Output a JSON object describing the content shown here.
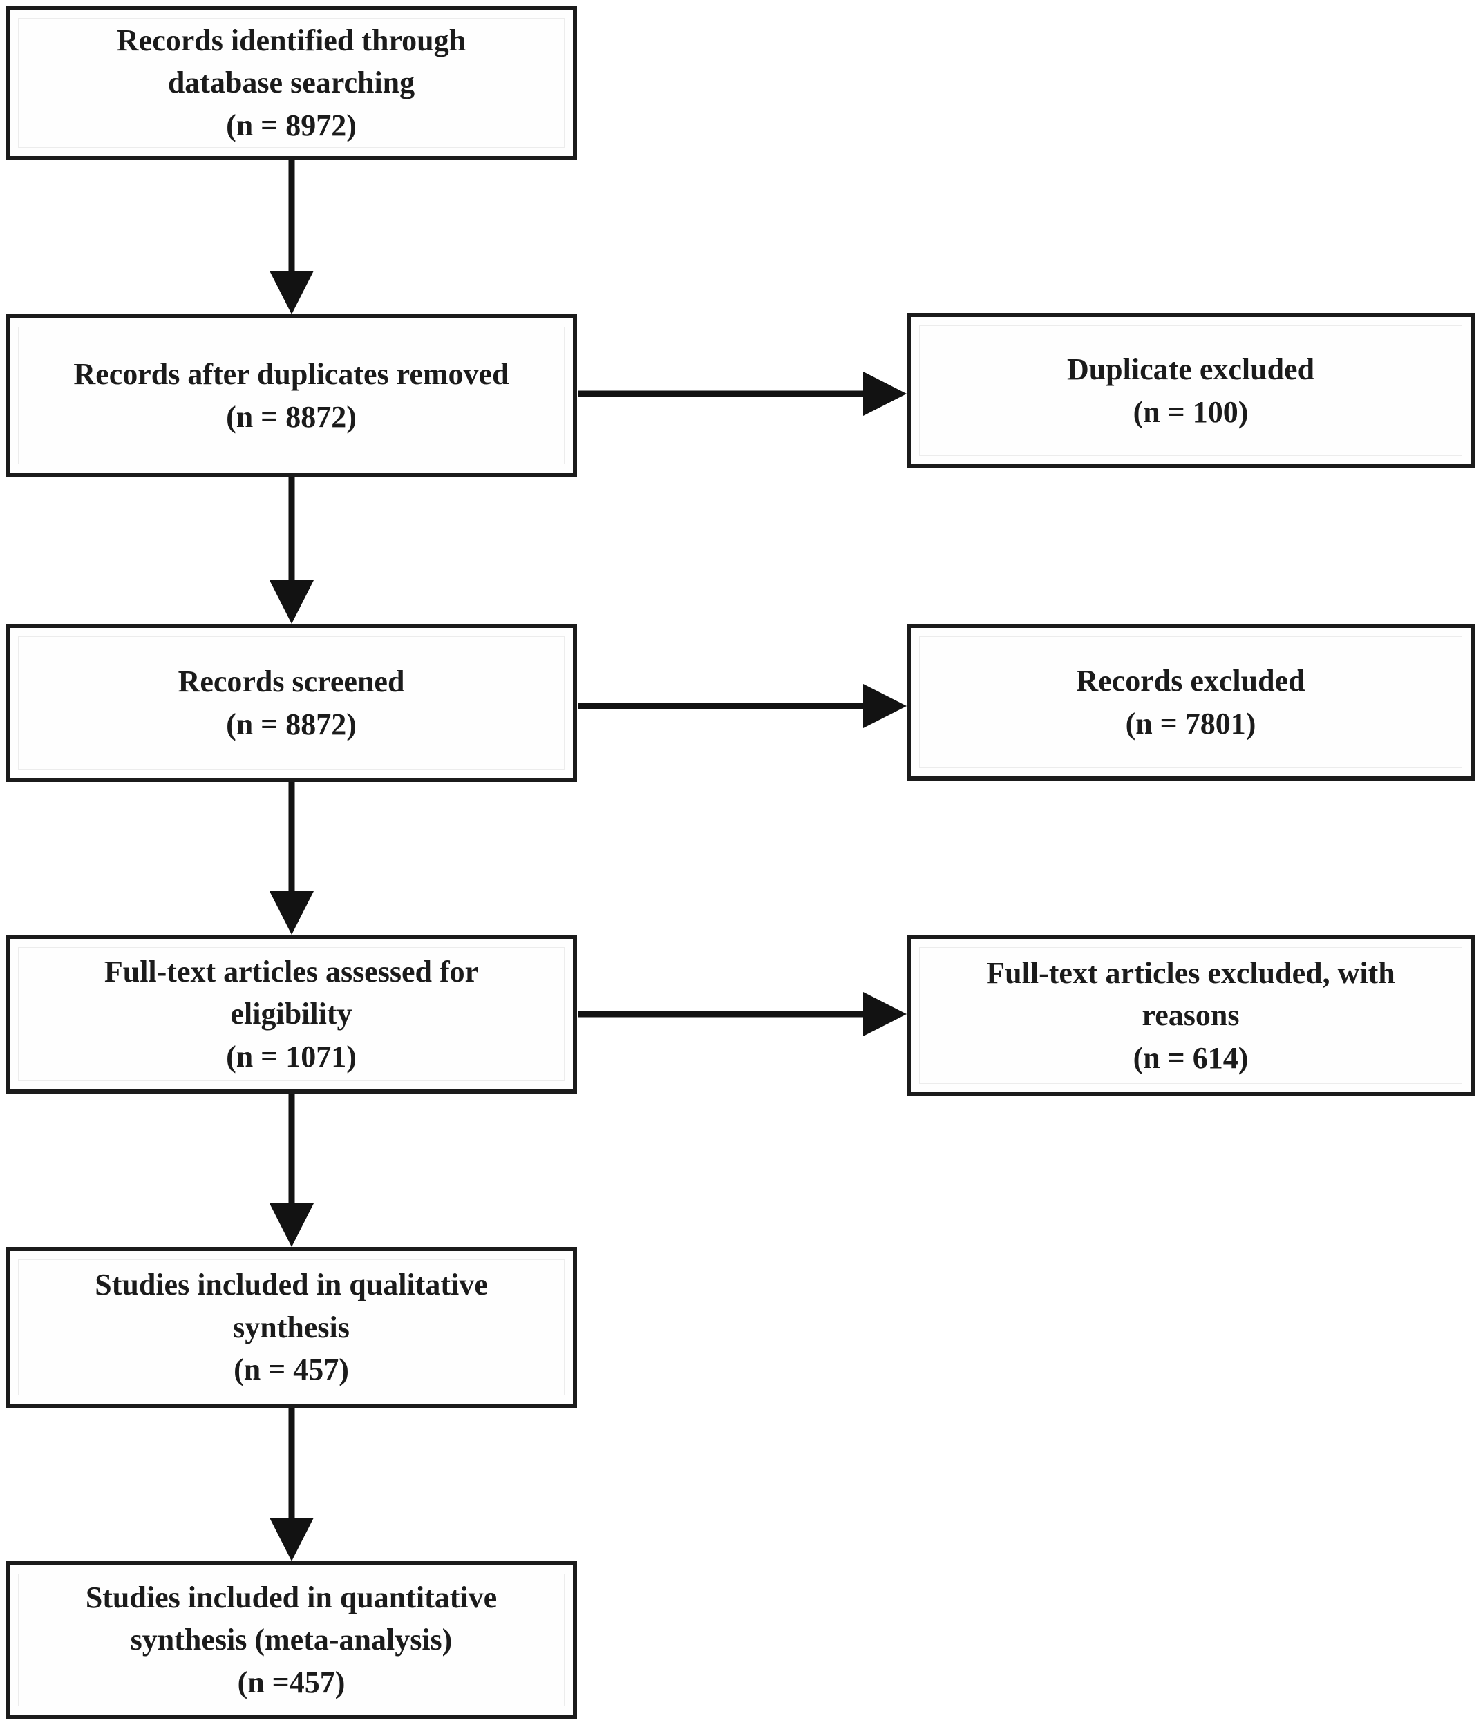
{
  "colors": {
    "border": "#1b1b1b",
    "text": "#1b1b1b",
    "background": "#ffffff",
    "arrow": "#121212"
  },
  "flow": {
    "main": [
      {
        "id": "records-identified",
        "text": "Records identified through\ndatabase searching\n(n = 8972)"
      },
      {
        "id": "after-duplicates",
        "text": "Records after duplicates removed\n(n = 8872)"
      },
      {
        "id": "records-screened",
        "text": "Records screened\n(n = 8872)"
      },
      {
        "id": "fulltext-assessed",
        "text": "Full-text articles assessed for\neligibility\n(n = 1071)"
      },
      {
        "id": "qualitative",
        "text": "Studies included in qualitative\nsynthesis\n(n = 457)"
      },
      {
        "id": "quantitative",
        "text": "Studies included in quantitative\nsynthesis (meta-analysis)\n(n =457)"
      }
    ],
    "excluded": [
      {
        "id": "duplicate-excluded",
        "text": "Duplicate excluded\n(n = 100)"
      },
      {
        "id": "records-excluded",
        "text": "Records excluded\n(n = 7801)"
      },
      {
        "id": "fulltext-excluded",
        "text": "Full-text articles excluded, with\nreasons\n(n = 614)"
      }
    ]
  }
}
